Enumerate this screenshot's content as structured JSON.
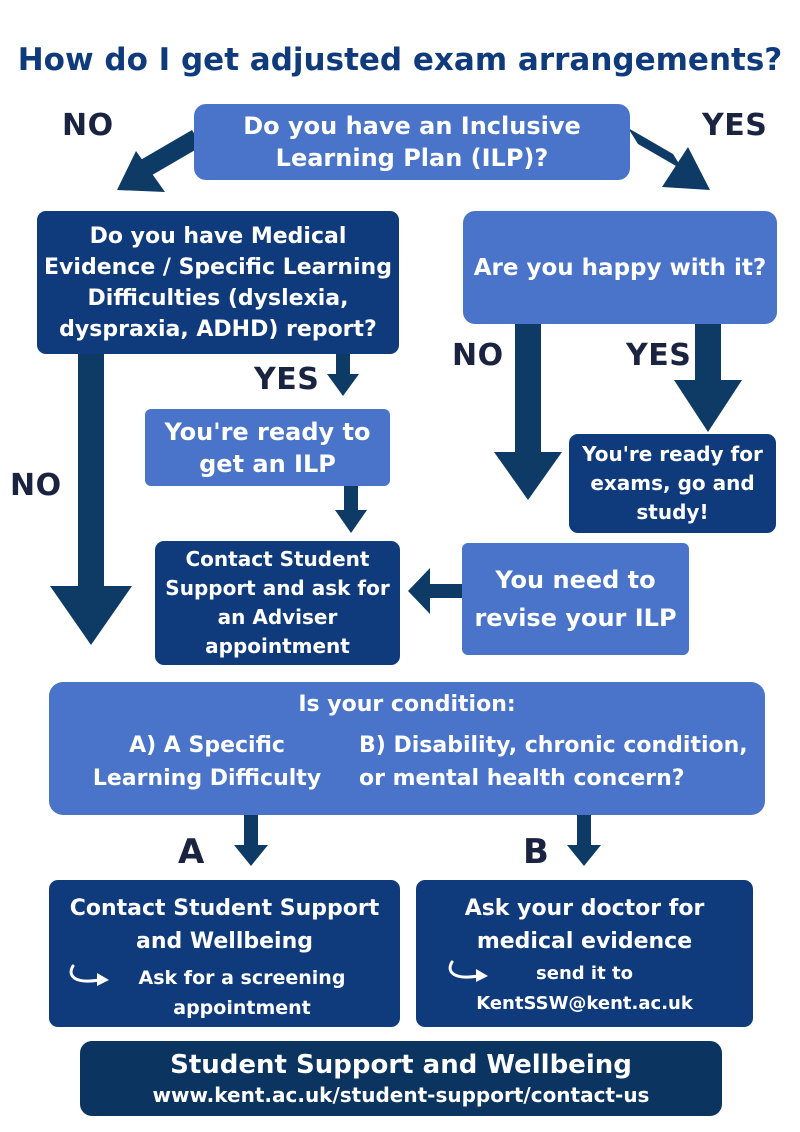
{
  "title": "How do I get adjusted exam arrangements?",
  "labels": {
    "no_top_left": "NO",
    "yes_top_right": "YES",
    "yes_medical": "YES",
    "no_left": "NO",
    "no_happy": "NO",
    "yes_happy": "YES",
    "a": "A",
    "b": "B"
  },
  "boxes": {
    "ilp_question": [
      "Do you have an Inclusive",
      "Learning Plan (ILP)?"
    ],
    "medical_question": [
      "Do you have Medical",
      "Evidence / Specific Learning",
      "Difficulties (dyslexia,",
      "dyspraxia, ADHD) report?"
    ],
    "happy_question": [
      "Are you happy with it?"
    ],
    "ready_ilp": [
      "You're ready to",
      "get an ILP"
    ],
    "ready_exams": [
      "You're ready for",
      "exams, go and",
      "study!"
    ],
    "contact_adviser": [
      "Contact Student",
      "Support and ask for",
      "an Adviser",
      "appointment"
    ],
    "revise_ilp": [
      "You need to",
      "revise your ILP"
    ],
    "condition": {
      "heading": "Is your condition:",
      "option_a": [
        "A) A Specific",
        "Learning Difficulty"
      ],
      "option_b": [
        "B)  Disability, chronic condition,",
        "or mental health concern?"
      ]
    },
    "contact_ssw": {
      "lines": [
        "Contact Student Support",
        "and Wellbeing"
      ],
      "sub": [
        "Ask for a screening",
        "appointment"
      ]
    },
    "ask_doctor": {
      "lines": [
        "Ask your doctor for",
        "medical evidence"
      ],
      "sub": [
        "send it to",
        "KentSSW@kent.ac.uk"
      ]
    }
  },
  "footer": {
    "name": "Student Support and Wellbeing",
    "url": "www.kent.ac.uk/student-support/contact-us"
  },
  "colors": {
    "light_box": "#4a74c9",
    "dark_box": "#0f3b7d",
    "footer_box": "#0b3461",
    "arrow": "#0e3a66",
    "title": "#0f3b7d",
    "label": "#1a2340"
  },
  "icons": [
    "curved-arrow-icon"
  ]
}
